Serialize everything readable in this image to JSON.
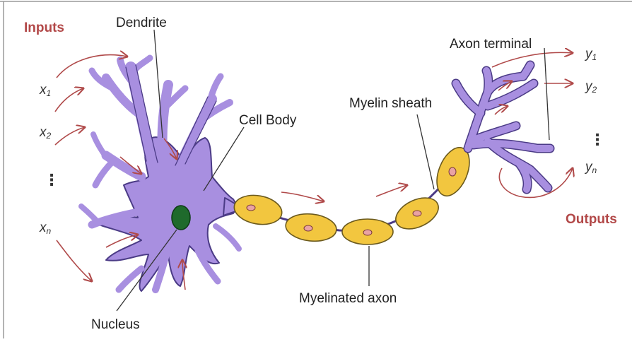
{
  "labels": {
    "inputs": "Inputs",
    "dendrite": "Dendrite",
    "cell_body": "Cell Body",
    "myelin_sheath": "Myelin sheath",
    "axon_terminal": "Axon terminal",
    "myelinated_axon": "Myelinated axon",
    "nucleus": "Nucleus",
    "outputs": "Outputs"
  },
  "inputs": [
    {
      "base": "x",
      "sub": "1"
    },
    {
      "base": "x",
      "sub": "2"
    },
    {
      "base": "x",
      "sub": "n"
    }
  ],
  "outputs": [
    {
      "base": "y",
      "sub": "1"
    },
    {
      "base": "y",
      "sub": "2"
    },
    {
      "base": "y",
      "sub": "n"
    }
  ],
  "ellipsis": "⋮",
  "colors": {
    "neuron_fill": "#a88fe0",
    "neuron_stroke": "#4b3b86",
    "myelin_fill": "#f2c63f",
    "myelin_stroke": "#6b5a1e",
    "nucleus_fill": "#1f6a2c",
    "signal_arrow": "#b04a4a",
    "label_red": "#b24848",
    "leader_line": "#333333"
  }
}
